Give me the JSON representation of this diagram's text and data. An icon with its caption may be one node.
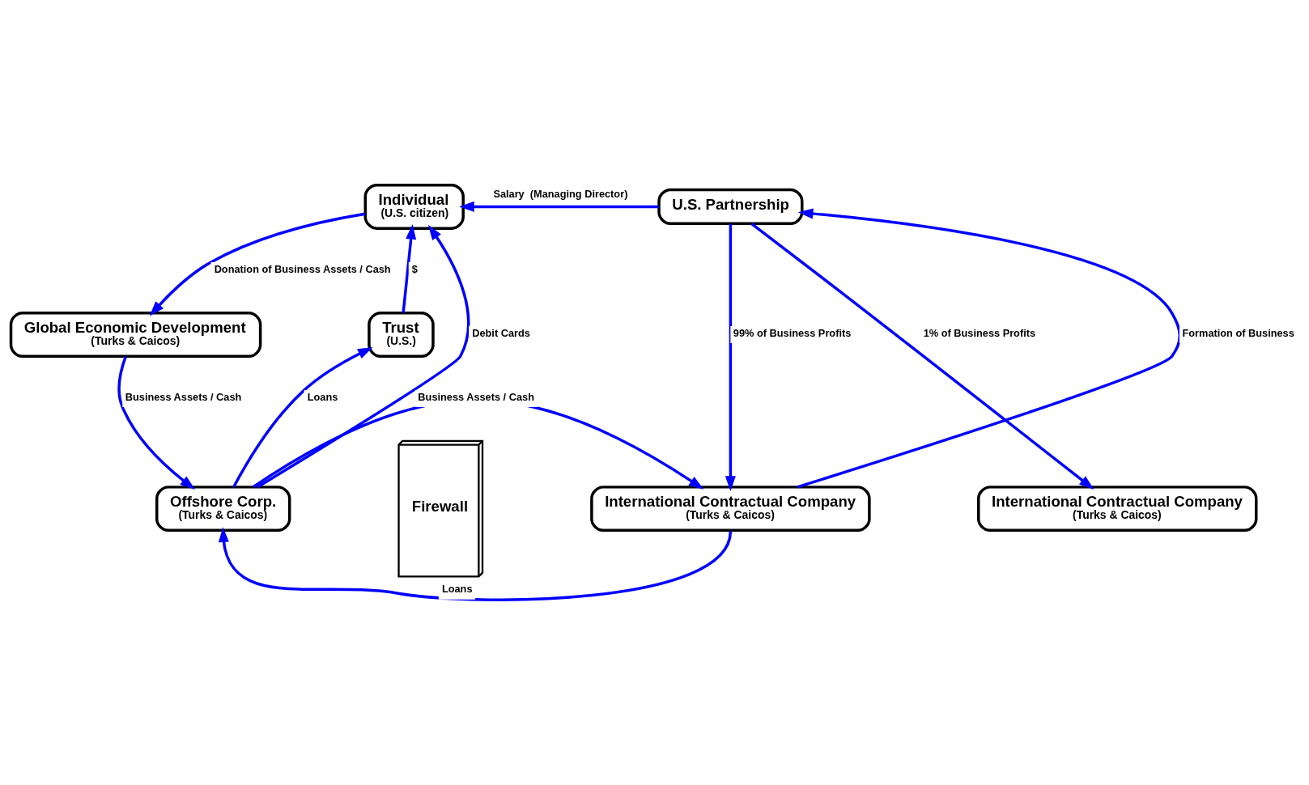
{
  "diagram": {
    "nodes": [
      {
        "text": [
          "Individual",
          "(U.S. citizen)"
        ]
      },
      {
        "text": [
          "U.S. Partnership"
        ]
      },
      {
        "text": [
          "Global Economic Development",
          "(Turks & Caicos)"
        ]
      },
      {
        "text": [
          "Trust",
          "(U.S.)"
        ]
      },
      {
        "text": [
          "Offshore Corp.",
          "(Turks & Caicos)"
        ]
      },
      {
        "text": [
          "Firewall"
        ]
      },
      {
        "text": [
          "International Contractual Company",
          "(Turks & Caicos)"
        ]
      },
      {
        "text": [
          "International Contractual Company",
          "(Turks & Caicos)"
        ]
      }
    ],
    "edges": [
      {
        "from": 1,
        "to": 0,
        "arrow": "to",
        "label": "Salary  (Managing Director)"
      },
      {
        "from": 0,
        "to": 2,
        "arrow": "to",
        "label": "Donation of Business Assets / Cash"
      },
      {
        "from": 2,
        "to": 4,
        "arrow": "to",
        "label": "Business Assets / Cash"
      },
      {
        "from": 4,
        "to": 0,
        "arrow": "to",
        "label": "Debit Cards"
      },
      {
        "from": 3,
        "to": 0,
        "arrow": "to",
        "label": "$"
      },
      {
        "from": 4,
        "to": 3,
        "arrow": "to",
        "label": "Loans"
      },
      {
        "from": 4,
        "to": 6,
        "arrow": "to",
        "label": "Business Assets / Cash"
      },
      {
        "from": 6,
        "to": 4,
        "arrow": "to",
        "label": "Loans"
      },
      {
        "from": 6,
        "to": 1,
        "arrow": "to",
        "label": "Formation of Business"
      },
      {
        "from": 1,
        "to": 6,
        "arrow": "to",
        "label": "99% of Business Profits"
      },
      {
        "from": 1,
        "to": 7,
        "arrow": "to",
        "label": "1% of Business Profits"
      }
    ]
  }
}
